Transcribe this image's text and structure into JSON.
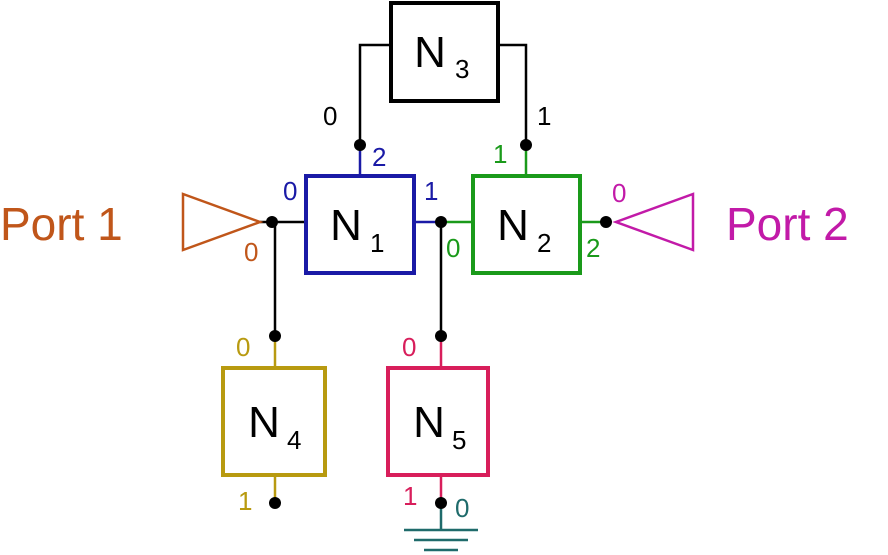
{
  "nodes": {
    "n1": {
      "label": "N",
      "sub": "1",
      "color": "#1a1aa6"
    },
    "n2": {
      "label": "N",
      "sub": "2",
      "color": "#1a9a1a"
    },
    "n3": {
      "label": "N",
      "sub": "3",
      "color": "#000000"
    },
    "n4": {
      "label": "N",
      "sub": "4",
      "color": "#b89a10"
    },
    "n5": {
      "label": "N",
      "sub": "5",
      "color": "#d81e5b"
    }
  },
  "ports": {
    "port1": {
      "label": "Port 1",
      "num": "0",
      "color": "#c0561a"
    },
    "port2": {
      "label": "Port 2",
      "num": "0",
      "color": "#c21aa8"
    }
  },
  "pin_numbers": {
    "n3_left": "0",
    "n3_right": "1",
    "n1_left": "0",
    "n1_right": "1",
    "n1_top": "2",
    "n2_top": "1",
    "n2_left": "0",
    "n2_right": "2",
    "n4_top": "0",
    "n4_bottom": "1",
    "n5_top": "0",
    "n5_bottom": "1",
    "ground": "0"
  },
  "colors": {
    "wire": "#000000",
    "ground": "#1f6b6b"
  }
}
